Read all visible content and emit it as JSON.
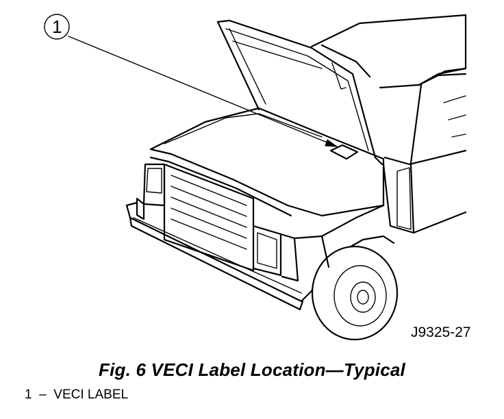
{
  "figure": {
    "callout_number": "1",
    "figure_id": "J9325-27",
    "caption": "Fig. 6 VECI Label Location—Typical"
  },
  "legend": {
    "items": [
      {
        "number": "1",
        "separator": "–",
        "label": "VECI LABEL"
      }
    ]
  }
}
